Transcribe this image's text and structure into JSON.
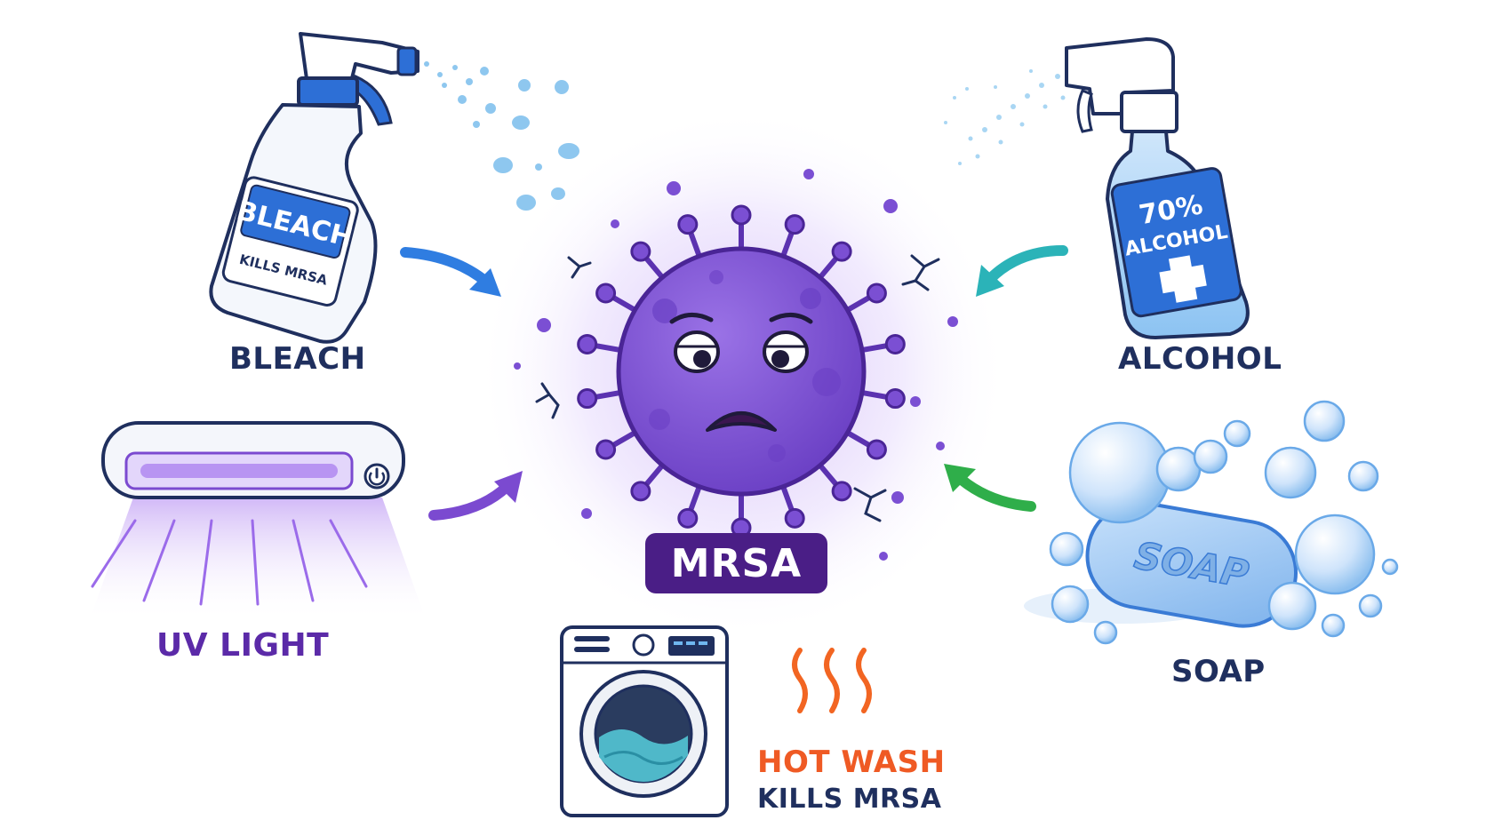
{
  "center": {
    "label": "MRSA"
  },
  "agents": {
    "bleach": {
      "label": "BLEACH",
      "bottle_label": "BLEACH",
      "bottle_sublabel": "KILLS MRSA",
      "arrow_color": "#2f7de1"
    },
    "alcohol": {
      "label": "ALCOHOL",
      "bottle_label_line1": "70%",
      "bottle_label_line2": "ALCOHOL",
      "arrow_color": "#2bb3b8"
    },
    "uv": {
      "label": "UV LIGHT",
      "arrow_color": "#7b4ad0"
    },
    "soap": {
      "label": "SOAP",
      "bar_text": "SOAP",
      "arrow_color": "#2fae4a"
    },
    "hot_wash": {
      "label_line1": "HOT WASH",
      "label_line2": "KILLS MRSA",
      "steam_color": "#f26522"
    }
  },
  "colors": {
    "virus": "#7b4fd3",
    "virus_dark": "#5b32b0",
    "accent_navy": "#1f2f5e",
    "badge": "#4a1e86"
  },
  "icons": [
    "spray-bottle-icon",
    "virus-icon",
    "uv-lamp-icon",
    "soap-bar-icon",
    "washing-machine-icon",
    "steam-icon",
    "bubble-icon"
  ]
}
